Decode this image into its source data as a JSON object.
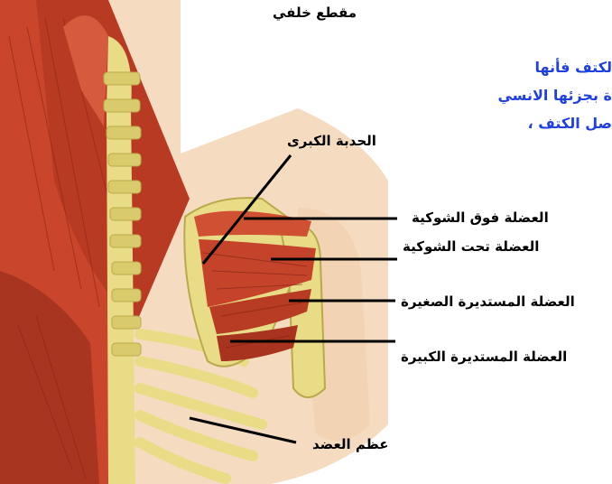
{
  "header": {
    "title": "مقطع خلفي"
  },
  "blue_text": {
    "line1": "لكتف فأنها",
    "line2": "ة بجزئها الانسي",
    "line3": "صل الكتف ،"
  },
  "labels": {
    "greater_tubercle": "الحدبة الكبرى",
    "supraspinatus": "العضلة فوق الشوكية",
    "infraspinatus": "العضلة تحت الشوكية",
    "teres_minor": "العضلة المستديرة الصغيرة",
    "teres_major": "العضلة المستديرة الكبيرة",
    "humerus": "عظم العضد"
  },
  "colors": {
    "muscle": "#c9452c",
    "muscle_dark": "#9e2f1c",
    "bone": "#e8dd86",
    "skin": "#f5dcc0",
    "blue_text": "#1f3fe0"
  }
}
